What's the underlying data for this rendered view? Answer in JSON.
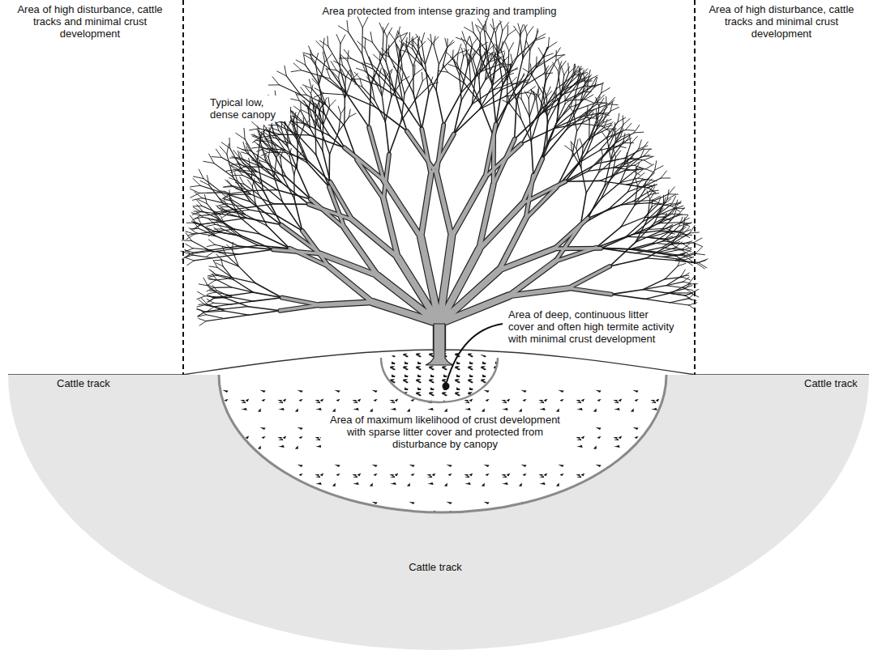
{
  "diagram": {
    "nodes": [
      {
        "text": [
          "Cattle track"
        ]
      },
      {
        "text": [
          "Area of maximum likelihood of crust development with sparse litter cover and protected from disturbance by canopy"
        ],
        "in": 0
      }
    ],
    "labels": [
      "Area of high disturbance, cattle tracks and minimal crust development",
      "Area protected from intense grazing and trampling",
      "Area of high disturbance, cattle tracks and minimal crust development",
      "Typical low, dense canopy",
      "Area of deep, continuous litter cover and often high termite activity with minimal crust development",
      "Cattle track",
      "Cattle track"
    ]
  }
}
